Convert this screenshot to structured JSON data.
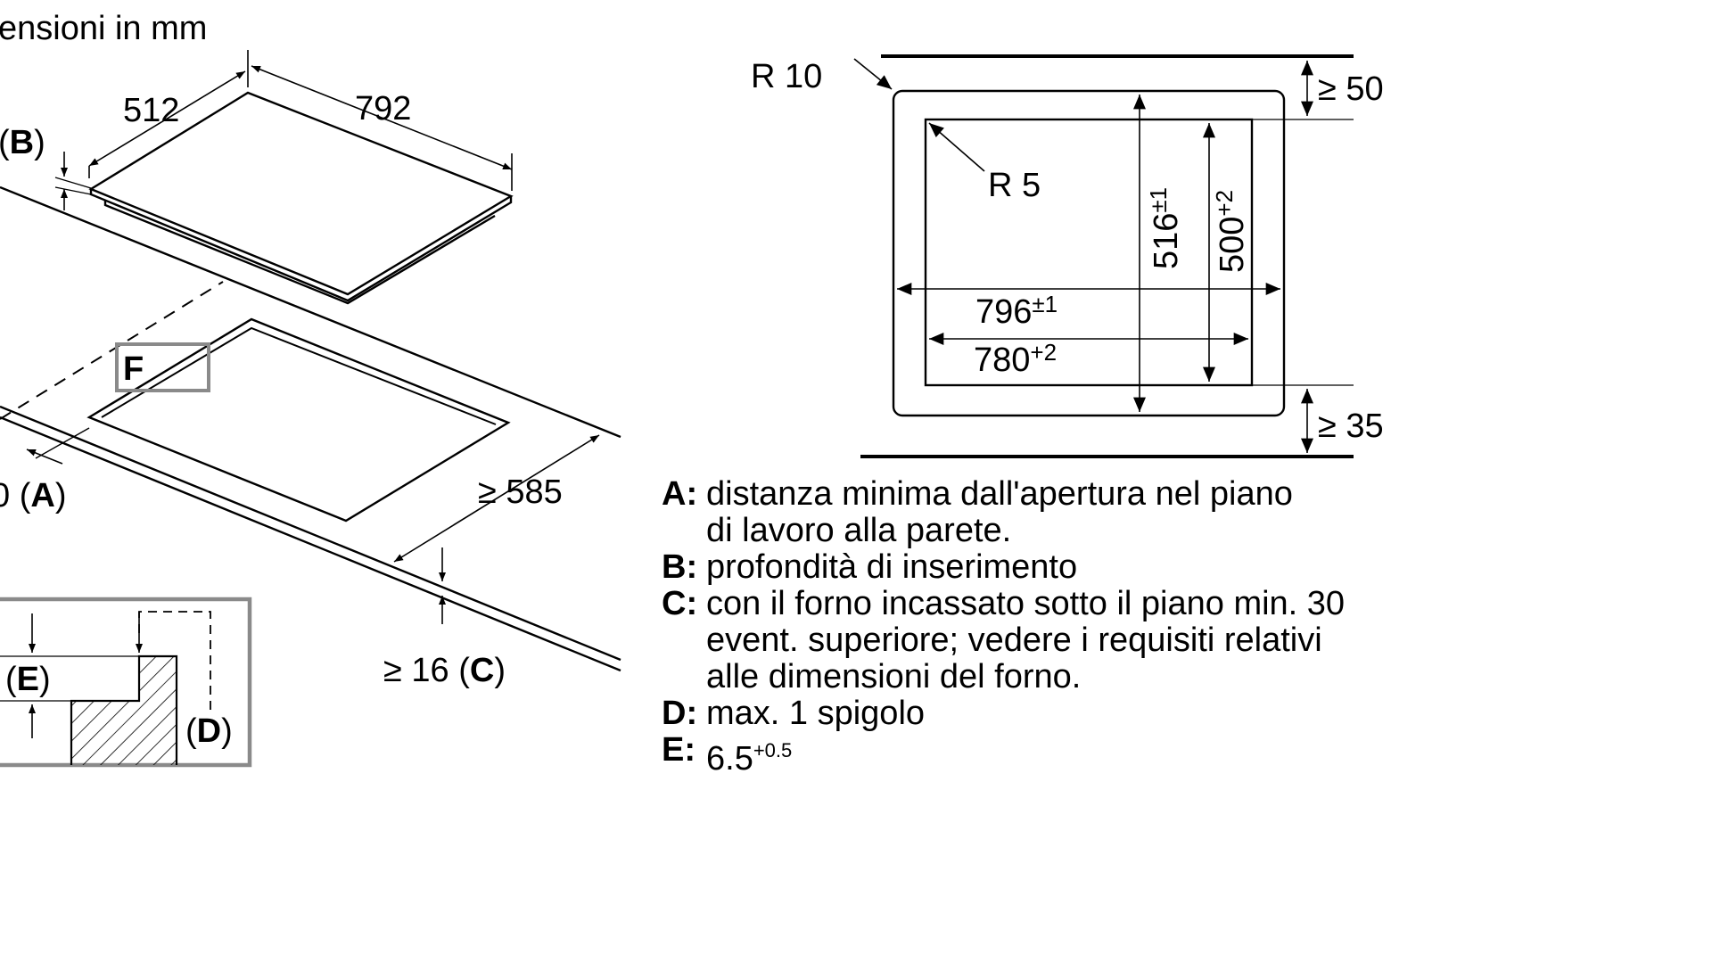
{
  "header": {
    "units_text": "ensioni in mm"
  },
  "hob_view": {
    "depth": "512",
    "width": "792",
    "label_b": "B",
    "label_a_prefix": "0",
    "label_a": "A",
    "label_f": "F",
    "depth_min": "≥ 585",
    "thickness_min": "≥ 16",
    "label_c": "C"
  },
  "detail_view": {
    "label_e": "E",
    "label_d": "D"
  },
  "cutout_view": {
    "outer_radius": "R 10",
    "inner_radius": "R 5",
    "gap_top": "≥ 50",
    "gap_bottom": "≥ 35",
    "outer_depth": "516",
    "outer_depth_tol": "±1",
    "inner_depth": "500",
    "inner_depth_tol": "+2",
    "outer_width": "796",
    "outer_width_tol": "±1",
    "inner_width": "780",
    "inner_width_tol": "+2"
  },
  "legend": {
    "items": [
      {
        "key": "A",
        "lines": [
          "distanza minima dall'apertura nel piano",
          "di lavoro alla parete."
        ]
      },
      {
        "key": "B",
        "lines": [
          "profondità di inserimento"
        ]
      },
      {
        "key": "C",
        "lines": [
          "con il forno incassato sotto il piano min. 30",
          "event. superiore; vedere i requisiti relativi",
          "alle dimensioni del forno."
        ]
      },
      {
        "key": "D",
        "lines": [
          "max. 1 spigolo"
        ]
      },
      {
        "key": "E",
        "lines": [
          "6.5"
        ],
        "sup": "+0.5"
      }
    ]
  }
}
